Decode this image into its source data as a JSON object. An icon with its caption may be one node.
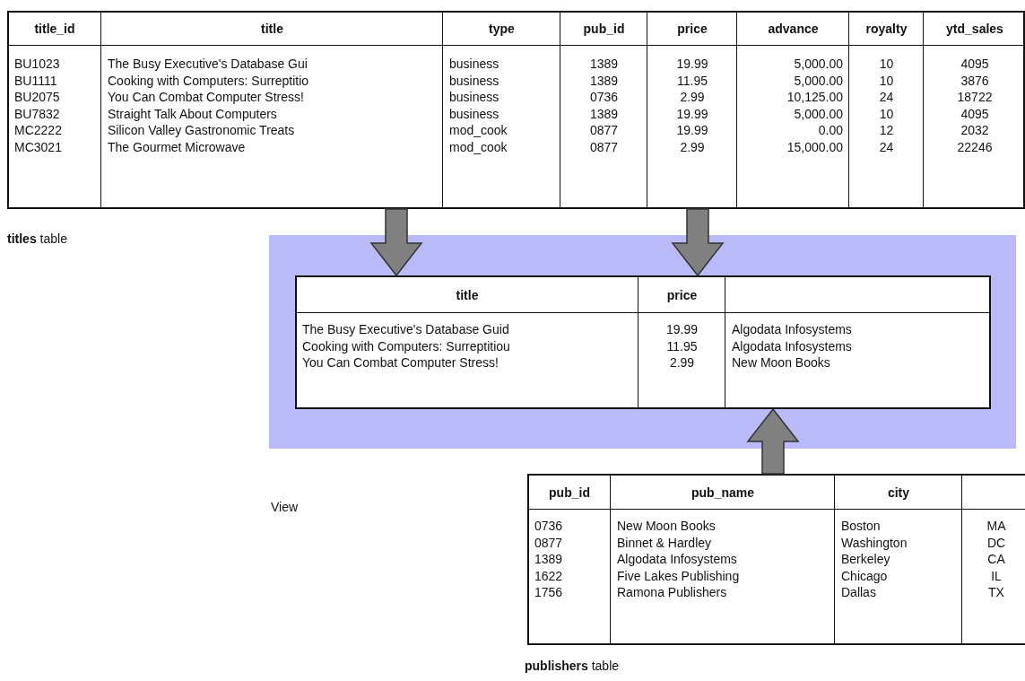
{
  "diagram": {
    "nodes": [
      {
        "text": [
          "title_id",
          "title",
          "type",
          "pub_id",
          "price",
          "advance",
          "royalty",
          "ytd_sales",
          "BU1023",
          "The Busy Executive's Database Gui",
          "business",
          "1389",
          "19.99",
          "5,000.00",
          "10",
          "4095",
          "BU1111",
          "Cooking with Computers: Surreptitio",
          "business",
          "1389",
          "11.95",
          "5,000.00",
          "10",
          "3876",
          "BU2075",
          "You Can Combat Computer Stress!",
          "business",
          "0736",
          "2.99",
          "10,125.00",
          "24",
          "18722",
          "BU7832",
          "Straight Talk About Computers",
          "business",
          "1389",
          "19.99",
          "5,000.00",
          "10",
          "4095",
          "MC2222",
          "Silicon Valley Gastronomic Treats",
          "mod_cook",
          "0877",
          "19.99",
          "0.00",
          "12",
          "2032",
          "MC3021",
          "The Gourmet Microwave",
          "mod_cook",
          "0877",
          "2.99",
          "15,000.00",
          "24",
          "22246"
        ],
        "beside": [
          "**titles** table"
        ]
      },
      {
        "text": [],
        "shape": "box"
      },
      {
        "text": [
          "title",
          "price",
          "The Busy Executive's Database Guid",
          "19.99",
          "Algodata Infosystems",
          "Cooking with Computers: Surreptitiou",
          "11.95",
          "Algodata Infosystems",
          "You Can Combat Computer Stress!",
          "2.99",
          "New Moon Books"
        ],
        "in": 1
      },
      {
        "text": [
          "pub_id",
          "pub_name",
          "city",
          "0736",
          "New Moon Books",
          "Boston",
          "MA",
          "0877",
          "Binnet & Hardley",
          "Washington",
          "DC",
          "1389",
          "Algodata Infosystems",
          "Berkeley",
          "CA",
          "1622",
          "Five Lakes Publishing",
          "Chicago",
          "IL",
          "1756",
          "Ramona Publishers",
          "Dallas",
          "TX"
        ],
        "beside": [
          "**publishers** table"
        ]
      }
    ],
    "edges": [
      {
        "from": 0,
        "to": 2,
        "arrow": "to",
        "style": "thick"
      },
      {
        "from": 0,
        "to": 2,
        "arrow": "to",
        "style": "thick"
      },
      {
        "from": 3,
        "to": 2,
        "arrow": "to",
        "style": "thick"
      }
    ],
    "labels": [
      "View"
    ]
  }
}
